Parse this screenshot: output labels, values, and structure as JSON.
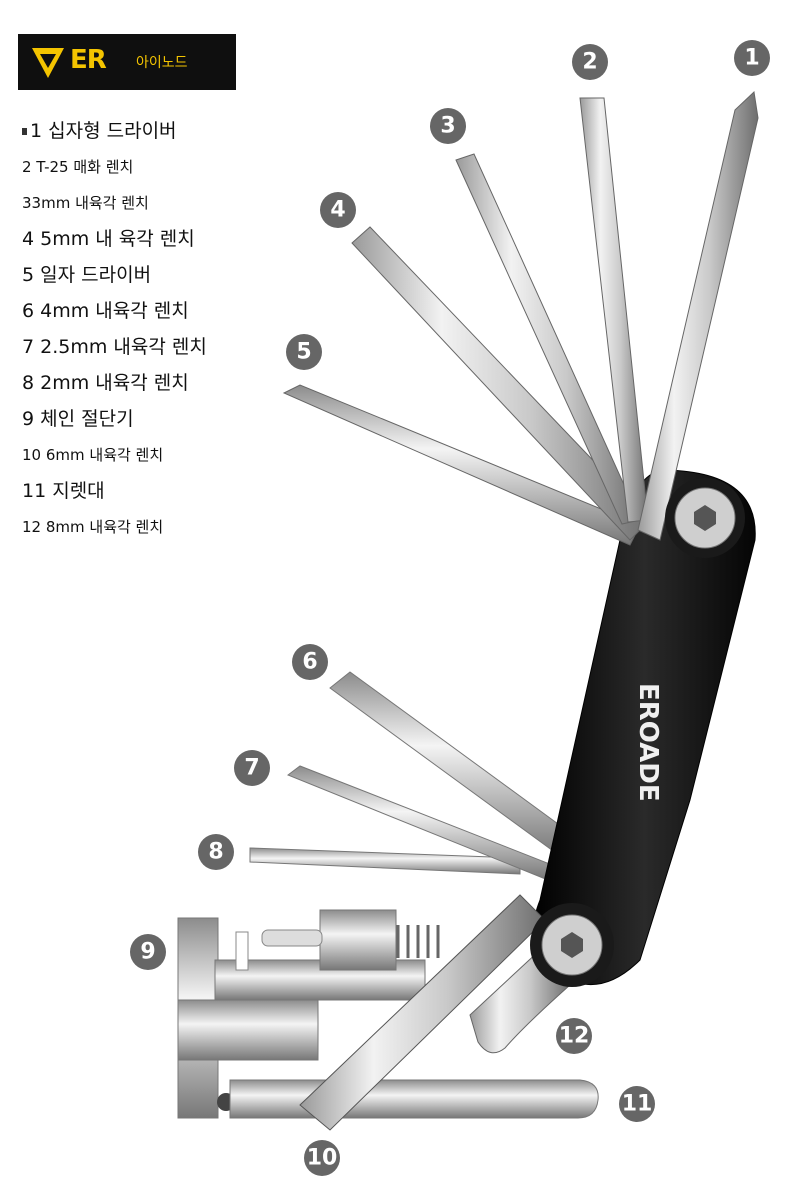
{
  "logo": {
    "brand": "ER",
    "sub": "아이노드"
  },
  "tool_list": [
    "1 십자형 드라이버",
    "2 T-25 매화 렌치",
    "33mm 내육각 렌치",
    "4 5mm 내 육각 렌치",
    "5 일자 드라이버",
    "6 4mm 내육각 렌치",
    "7 2.5mm 내육각 렌치",
    "8 2mm 내육각 렌치",
    "9 체인 절단기",
    "10 6mm 내육각 렌치",
    "11 지렛대",
    "12 8mm 내육각 렌치"
  ],
  "brand_on_handle": "EROADE",
  "badges": [
    "1",
    "2",
    "3",
    "4",
    "5",
    "6",
    "7",
    "8",
    "9",
    "10",
    "11",
    "12"
  ]
}
